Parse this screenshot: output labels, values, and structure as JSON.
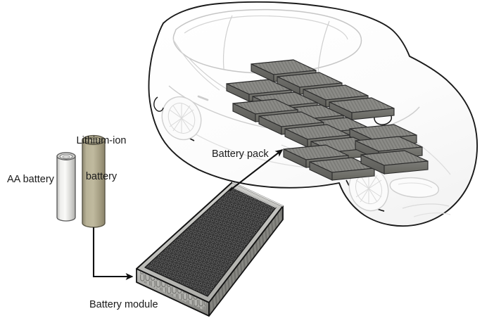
{
  "figure": {
    "title": "Electric vehicle lithium-ion battery system breakdown",
    "background_color": "#ffffff",
    "text_color": "#1a1a1a",
    "line_color": "#111111"
  },
  "labels": {
    "aa_battery": "AA battery",
    "lithium_ion_battery_line1": "Lithium-ion",
    "lithium_ion_battery_line2": "battery",
    "battery_pack": "Battery pack",
    "battery_module": "Battery module"
  },
  "components": {
    "aa_battery": {
      "name": "AA battery",
      "body_color": "#d9d9d6",
      "cap_color": "#f2f2f0",
      "outline_color": "#4d4d4d"
    },
    "lithium_ion_battery": {
      "name": "Lithium-ion battery (18650 cell)",
      "body_color": "#a9a287",
      "cap_color": "#c2bda4",
      "outline_color": "#4d4d4d"
    },
    "battery_module": {
      "name": "Battery module",
      "tray_color": "#8c8c8c",
      "cell_fill_color": "#3d3d3d",
      "outline_color": "#1a1a1a"
    },
    "battery_pack": {
      "name": "Battery pack",
      "module_top_color": "#8a8a86",
      "module_side_color": "#6e6e6a",
      "outline_color": "#2b2b2b",
      "module_count": 16
    },
    "car": {
      "name": "Electric sedan outline",
      "outline_color": "#1a1a1a",
      "detail_color": "#c9c9c9",
      "body_color": "#fbfbfb"
    }
  },
  "connectors": {
    "cell_to_module": "arrow from lithium-ion battery down then right to battery module corner",
    "module_to_pack": "arrow from battery module up-right to battery pack"
  }
}
